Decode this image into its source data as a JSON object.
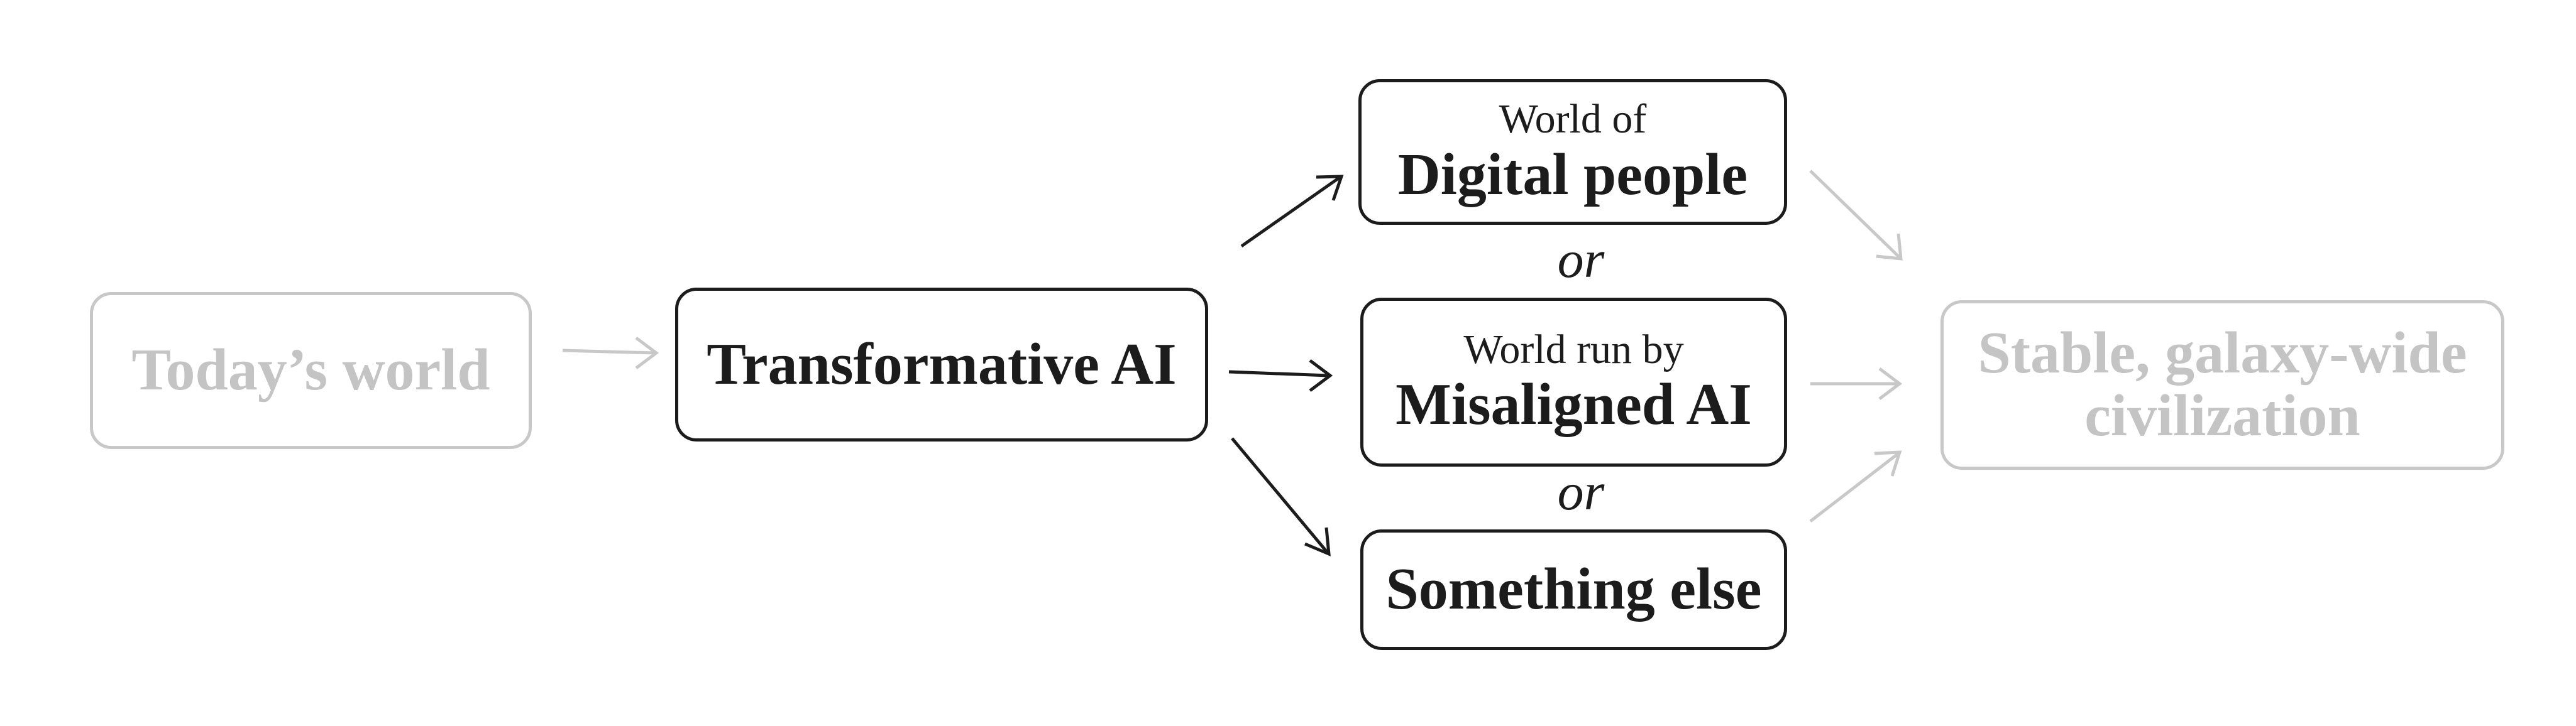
{
  "nodes": {
    "todays_world": {
      "label": "Today’s world"
    },
    "transformative_ai": {
      "label": "Transformative AI"
    },
    "digital_people": {
      "prefix": "World of",
      "label": "Digital people"
    },
    "misaligned_ai": {
      "prefix": "World run by",
      "label": "Misaligned AI"
    },
    "something_else": {
      "label": "Something else"
    },
    "stable_civilization": {
      "line1": "Stable, galaxy-wide",
      "line2": "civilization"
    }
  },
  "connectors": {
    "or_top": "or",
    "or_bottom": "or"
  },
  "colors": {
    "active": "#1c1c1c",
    "faded": "#c4c4c4",
    "background": "#ffffff"
  }
}
